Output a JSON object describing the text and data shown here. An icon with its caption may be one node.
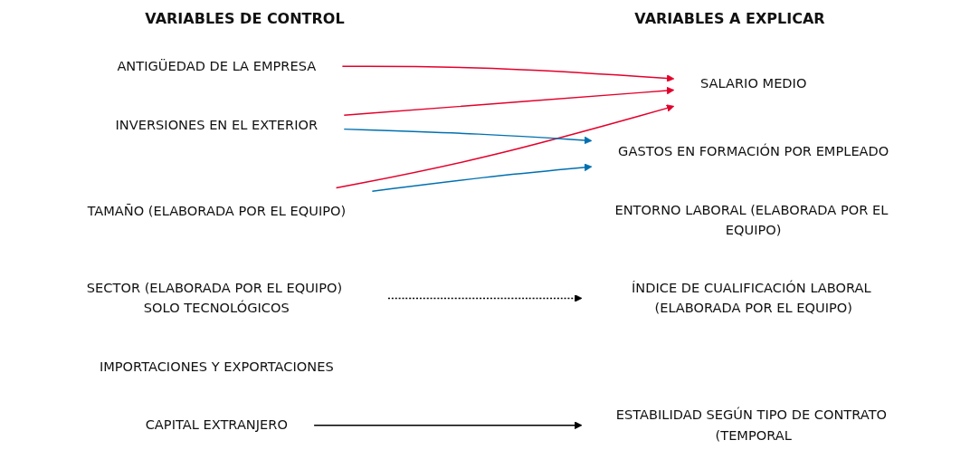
{
  "diagram": {
    "nodes": [
      {
        "text": [
          "TAMAÑO (ELABORADA POR EL EQUIPO)"
        ]
      },
      {
        "text": [
          "SECTOR (ELABORADA POR EL EQUIPO) SOLO TECNOLÓGICOS"
        ]
      },
      {
        "text": [
          "CAPITAL EXTRANJERO"
        ]
      },
      {
        "text": [
          "INVERSIONES EN EL EXTERIOR"
        ]
      },
      {
        "text": [
          "IMPORTACIONES Y EXPORTACIONES"
        ]
      },
      {
        "text": [
          "ANTIGÜEDAD DE LA EMPRESA"
        ]
      },
      {
        "text": [
          "ÍNDICE DE CUALIFICACIÓN LABORAL (ELABORADA POR EL EQUIPO)"
        ]
      },
      {
        "text": [
          "SALARIO MEDIO"
        ]
      },
      {
        "text": [
          "GASTOS EN FORMACIÓN POR EMPLEADO"
        ]
      },
      {
        "text": [
          "ENTORNO LABORAL (ELABORADA POR EL EQUIPO)"
        ]
      },
      {
        "text": [
          "ESTABILIDAD SEGÚN TIPO DE CONTRATO (TEMPORAL"
        ]
      }
    ],
    "edges": [
      {
        "from": 0,
        "to": 7,
        "arrow": "to",
        "color": "#e4002b"
      },
      {
        "from": 0,
        "to": 8,
        "arrow": "to",
        "color": "#0070b0"
      },
      {
        "from": 1,
        "to": 6,
        "arrow": "to",
        "style": "dashed",
        "color": "#000000"
      },
      {
        "from": 2,
        "to": 10,
        "arrow": "to",
        "color": "#000000"
      },
      {
        "from": 3,
        "to": 7,
        "arrow": "to",
        "color": "#e4002b"
      },
      {
        "from": 3,
        "to": 8,
        "arrow": "to",
        "color": "#0070b0"
      },
      {
        "from": 5,
        "to": 7,
        "arrow": "to",
        "color": "#e4002b"
      }
    ],
    "labels": [
      "VARIABLES DE CONTROL",
      "VARIABLES A EXPLICAR"
    ]
  }
}
